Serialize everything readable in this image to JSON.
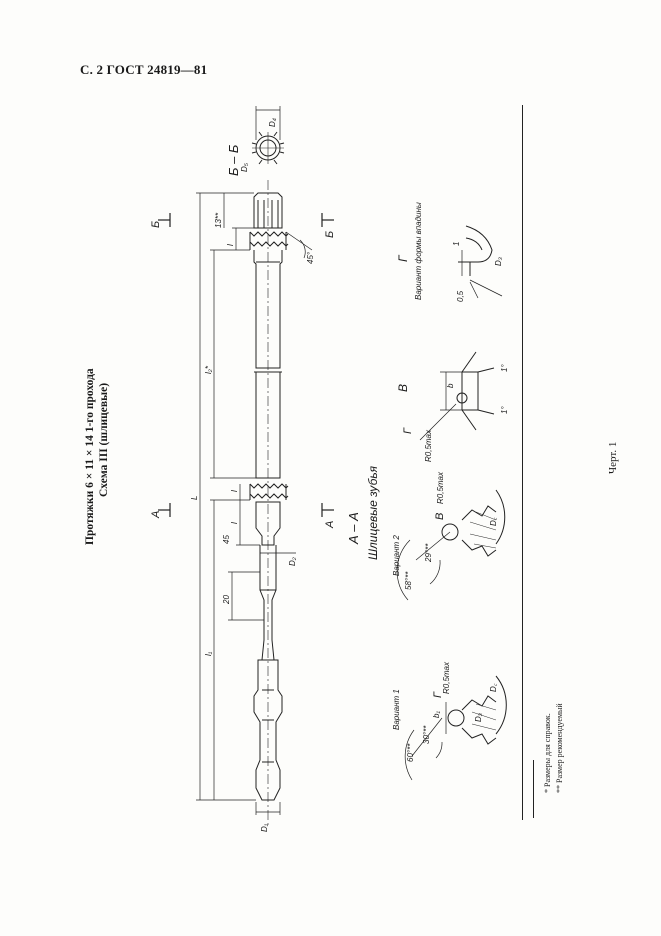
{
  "header": "С. 2 ГОСТ 24819—81",
  "title": {
    "line1": "Протяжки 6 × 11 × 14 1-го прохода",
    "line2": "Схема III (шлицевые)"
  },
  "sections": {
    "bb": "Б – Б",
    "aa": "А – А",
    "aa_sub": "Шлицевые зубья",
    "v": "В",
    "g": "Г",
    "g_sub": "Вариант формы впадины",
    "var1": "Вариант 1",
    "var2": "Вариант 2"
  },
  "cut_marks": {
    "b": "Б",
    "a": "А"
  },
  "dimensions": {
    "D1": "D₁",
    "D2": "D₂",
    "D4": "D₄",
    "D5": "D₅",
    "D3": "D₃",
    "Dc": "D꜀",
    "L": "L",
    "l1": "l₁",
    "l2": "l₂*",
    "l": "l",
    "d13": "13**",
    "d45": "45",
    "d20": "20",
    "deg45": "45°",
    "deg60": "60°**",
    "deg30": "30°**",
    "deg58": "58°**",
    "deg29": "29°**",
    "deg1a": "1°",
    "deg1b": "1°",
    "r05a": "R0,5max",
    "r05b": "R0,5max",
    "r05c": "R0,5max",
    "b": "b",
    "b1": "b₁",
    "g1": "1",
    "g05": "0,5",
    "gD3": "D₃"
  },
  "footnotes": {
    "f1": "*  Размеры для справок.",
    "f2": "** Размер рекомендуемый"
  },
  "figure": "Черт. 1"
}
